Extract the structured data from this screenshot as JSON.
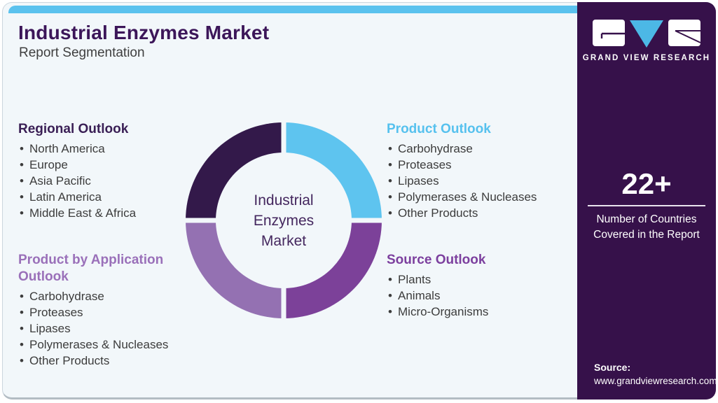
{
  "card": {
    "title": "Industrial Enzymes Market",
    "subtitle": "Report Segmentation"
  },
  "colors": {
    "topbar": "#5bc2ee",
    "sidebar_bg": "#36114a",
    "card_bg": "#f2f7fa",
    "regional_segment": "#33194a",
    "product_segment": "#5ec4ef",
    "source_segment": "#7c4199",
    "application_segment": "#9471b2",
    "title_text": "#3c1659",
    "body_text": "#3c3c3c"
  },
  "sections": [
    {
      "heading": "Regional Outlook",
      "items": [
        "North America",
        "Europe",
        "Asia Pacific",
        "Latin America",
        "Middle East & Africa"
      ]
    },
    {
      "heading": "Product Outlook",
      "items": [
        "Carbohydrase",
        "Proteases",
        "Lipases",
        "Polymerases & Nucleases",
        "Other Products"
      ]
    },
    {
      "heading": "Product by Application Outlook",
      "items": [
        "Carbohydrase",
        "Proteases",
        "Lipases",
        "Polymerases & Nucleases",
        "Other Products"
      ]
    },
    {
      "heading": "Source Outlook",
      "items": [
        "Plants",
        "Animals",
        "Micro-Organisms"
      ]
    }
  ],
  "chart_data": {
    "type": "pie",
    "donut": true,
    "title": "Industrial Enzymes Market segmentation wheel",
    "center_label": [
      "Industrial",
      "Enzymes",
      "Market"
    ],
    "legend_position": "none",
    "segments": [
      {
        "name": "Product Outlook",
        "value": 25,
        "color": "#5ec4ef",
        "position": "top-right"
      },
      {
        "name": "Source Outlook",
        "value": 25,
        "color": "#7c4199",
        "position": "bottom-right"
      },
      {
        "name": "Product by Application Outlook",
        "value": 25,
        "color": "#9471b2",
        "position": "bottom-left"
      },
      {
        "name": "Regional Outlook",
        "value": 25,
        "color": "#33194a",
        "position": "top-left"
      }
    ]
  },
  "sidebar": {
    "logo_text": "GRAND VIEW RESEARCH",
    "stat_value": "22+",
    "stat_label_line1": "Number of Countries",
    "stat_label_line2": "Covered in the Report",
    "source_label": "Source:",
    "source_url": "www.grandviewresearch.com"
  }
}
